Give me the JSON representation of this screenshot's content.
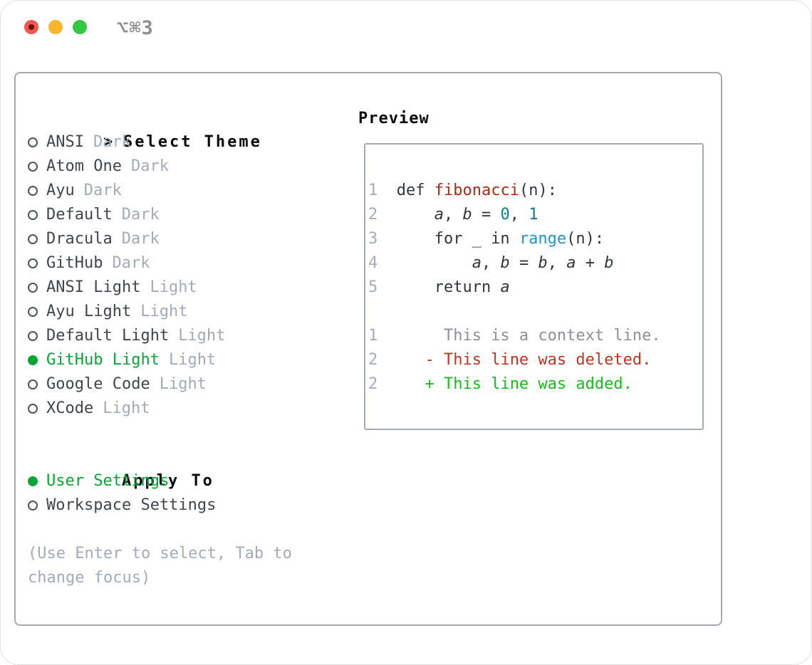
{
  "window": {
    "shortcut_label": "⌥⌘3",
    "traffic_lights": [
      {
        "name": "close",
        "has_unsaved_dot": true
      },
      {
        "name": "minimize",
        "has_unsaved_dot": false
      },
      {
        "name": "zoom",
        "has_unsaved_dot": false
      }
    ]
  },
  "theme_picker": {
    "prompt": ">",
    "title": "Select Theme",
    "themes": [
      {
        "name": "ANSI",
        "variant": "Dark",
        "selected": false
      },
      {
        "name": "Atom One",
        "variant": "Dark",
        "selected": false
      },
      {
        "name": "Ayu",
        "variant": "Dark",
        "selected": false
      },
      {
        "name": "Default",
        "variant": "Dark",
        "selected": false
      },
      {
        "name": "Dracula",
        "variant": "Dark",
        "selected": false
      },
      {
        "name": "GitHub",
        "variant": "Dark",
        "selected": false
      },
      {
        "name": "ANSI Light",
        "variant": "Light",
        "selected": false
      },
      {
        "name": "Ayu Light",
        "variant": "Light",
        "selected": false
      },
      {
        "name": "Default Light",
        "variant": "Light",
        "selected": false
      },
      {
        "name": "GitHub Light",
        "variant": "Light",
        "selected": true
      },
      {
        "name": "Google Code",
        "variant": "Light",
        "selected": false
      },
      {
        "name": "XCode",
        "variant": "Light",
        "selected": false
      }
    ],
    "apply_to": {
      "title": "Apply To",
      "options": [
        {
          "label": "User Settings",
          "selected": true
        },
        {
          "label": "Workspace Settings",
          "selected": false
        }
      ]
    },
    "hint_lines": [
      "(Use Enter to select, Tab to",
      "change focus)"
    ]
  },
  "preview": {
    "title": "Preview",
    "code_lines": [
      {
        "num": "1",
        "tokens": [
          [
            "plain",
            "  def "
          ],
          [
            "fname",
            "fibonacci"
          ],
          [
            "plain",
            "(n):"
          ]
        ]
      },
      {
        "num": "2",
        "tokens": [
          [
            "plain",
            "      "
          ],
          [
            "var",
            "a"
          ],
          [
            "plain",
            ", "
          ],
          [
            "var",
            "b"
          ],
          [
            "plain",
            " = "
          ],
          [
            "number",
            "0"
          ],
          [
            "plain",
            ", "
          ],
          [
            "number",
            "1"
          ]
        ]
      },
      {
        "num": "3",
        "tokens": [
          [
            "plain",
            "      for _ in "
          ],
          [
            "builtin",
            "range"
          ],
          [
            "plain",
            "(n):"
          ]
        ]
      },
      {
        "num": "4",
        "tokens": [
          [
            "plain",
            "          "
          ],
          [
            "var",
            "a"
          ],
          [
            "plain",
            ", "
          ],
          [
            "var",
            "b"
          ],
          [
            "plain",
            " = "
          ],
          [
            "var",
            "b"
          ],
          [
            "plain",
            ", "
          ],
          [
            "var",
            "a"
          ],
          [
            "plain",
            " + "
          ],
          [
            "var",
            "b"
          ]
        ]
      },
      {
        "num": "5",
        "tokens": [
          [
            "plain",
            "      return "
          ],
          [
            "var",
            "a"
          ]
        ]
      }
    ],
    "diff_lines": [
      {
        "num": "1",
        "tokens": [
          [
            "context",
            "       This is a context line."
          ]
        ]
      },
      {
        "num": "2",
        "tokens": [
          [
            "plain",
            "     "
          ],
          [
            "deleted",
            "- This line was deleted."
          ]
        ]
      },
      {
        "num": "2",
        "tokens": [
          [
            "plain",
            "     "
          ],
          [
            "added",
            "+ This line was added."
          ]
        ]
      }
    ]
  },
  "colors": {
    "selected_green": "#09a636",
    "added_green": "#16bd1c",
    "deleted_red": "#c03522",
    "function_red": "#ad2a15",
    "number_teal": "#0b7e88",
    "builtin_blue": "#1899cb",
    "muted_gray": "#a3abb8",
    "text_dark": "#3f4650",
    "line_number_gray": "#a3adbc",
    "border_gray": "#a3aab3",
    "traffic_red": "#f2564c",
    "traffic_yellow": "#f8b62e",
    "traffic_green": "#32c744"
  }
}
